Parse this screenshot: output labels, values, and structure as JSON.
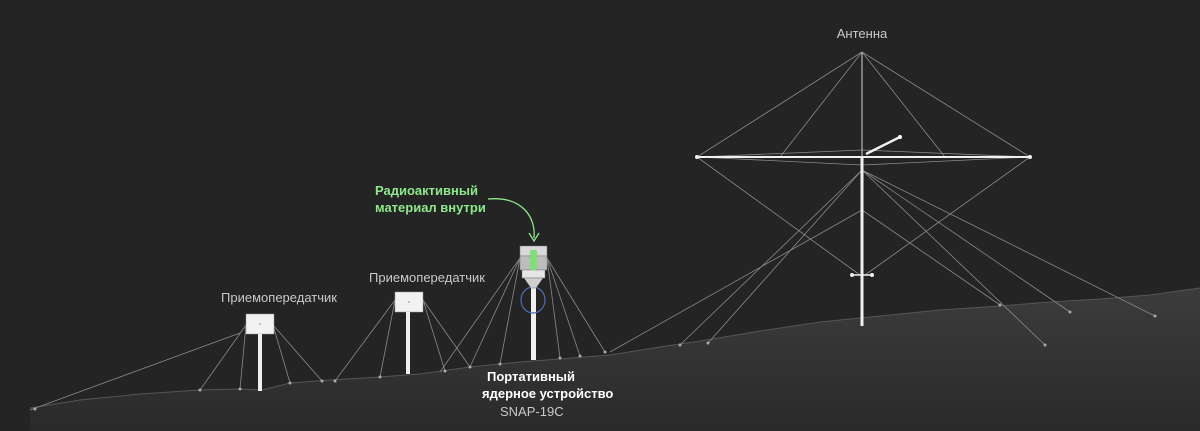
{
  "labels": {
    "antenna": "Антенна",
    "transceiver_left": "Приемопередатчик",
    "transceiver_right": "Приемопередатчик",
    "radioactive_line1": "Радиоактивный",
    "radioactive_line2": "материал внутри",
    "device_line1": "Портативный",
    "device_line2": "ядерное устройство",
    "device_model": "SNAP-19C"
  },
  "colors": {
    "background": "#242424",
    "ground_top": "#3a3a3a",
    "ground_bottom": "#2a2a2a",
    "wire": "#8a8a8a",
    "structure": "#f0f0f0",
    "highlight": "#8ee88b",
    "core_ring": "#4a6fb5"
  }
}
